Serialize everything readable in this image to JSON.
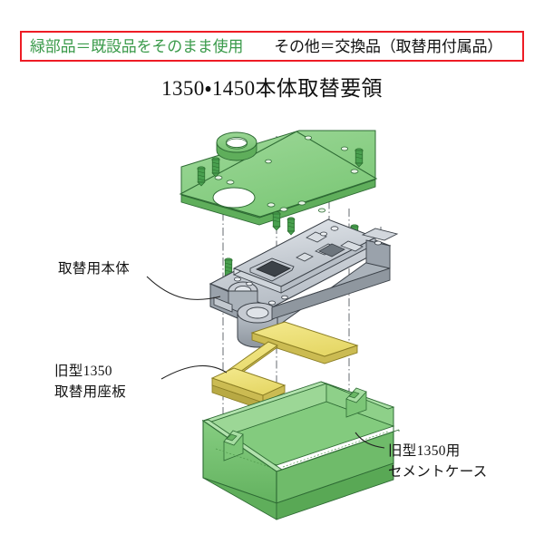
{
  "legend": {
    "green_note": "緑部品＝既設品をそのまま使用",
    "other_note": "その他＝交換品（取替用付属品）",
    "border_color": "#ee1c25",
    "green_color": "#3a9a4a"
  },
  "title": "1350・1450本体取替要領",
  "callouts": {
    "replacement_body": "取替用本体",
    "old_base_line1": "旧型1350",
    "old_base_line2": "取替用座板",
    "cement_case_line1": "旧型1350用",
    "cement_case_line2": "セメントケース"
  },
  "parts": {
    "top_cover_plate": "green-cover-plate",
    "grommet_ring": "green-grommet-ring",
    "lock_body": "gray-lock-body",
    "mounting_screws": "green-screws",
    "base_plate": "yellow-base-plate",
    "cement_case": "green-cement-case"
  },
  "colors": {
    "green_fill": "#8fd18a",
    "green_fill_dark": "#6cbb67",
    "green_fill_light": "#a9dea4",
    "green_edge": "#2e6b34",
    "yellow_fill": "#f0e27a",
    "yellow_fill_dark": "#d9c95f",
    "yellow_edge": "#8a7d23",
    "gray_fill": "#c6cbd2",
    "gray_fill_dark": "#9aa2ab",
    "gray_fill_light": "#dfe3e8",
    "gray_edge": "#3b4148",
    "screw_green": "#49a04f",
    "centerline": "#555b61",
    "leader": "#222222"
  }
}
